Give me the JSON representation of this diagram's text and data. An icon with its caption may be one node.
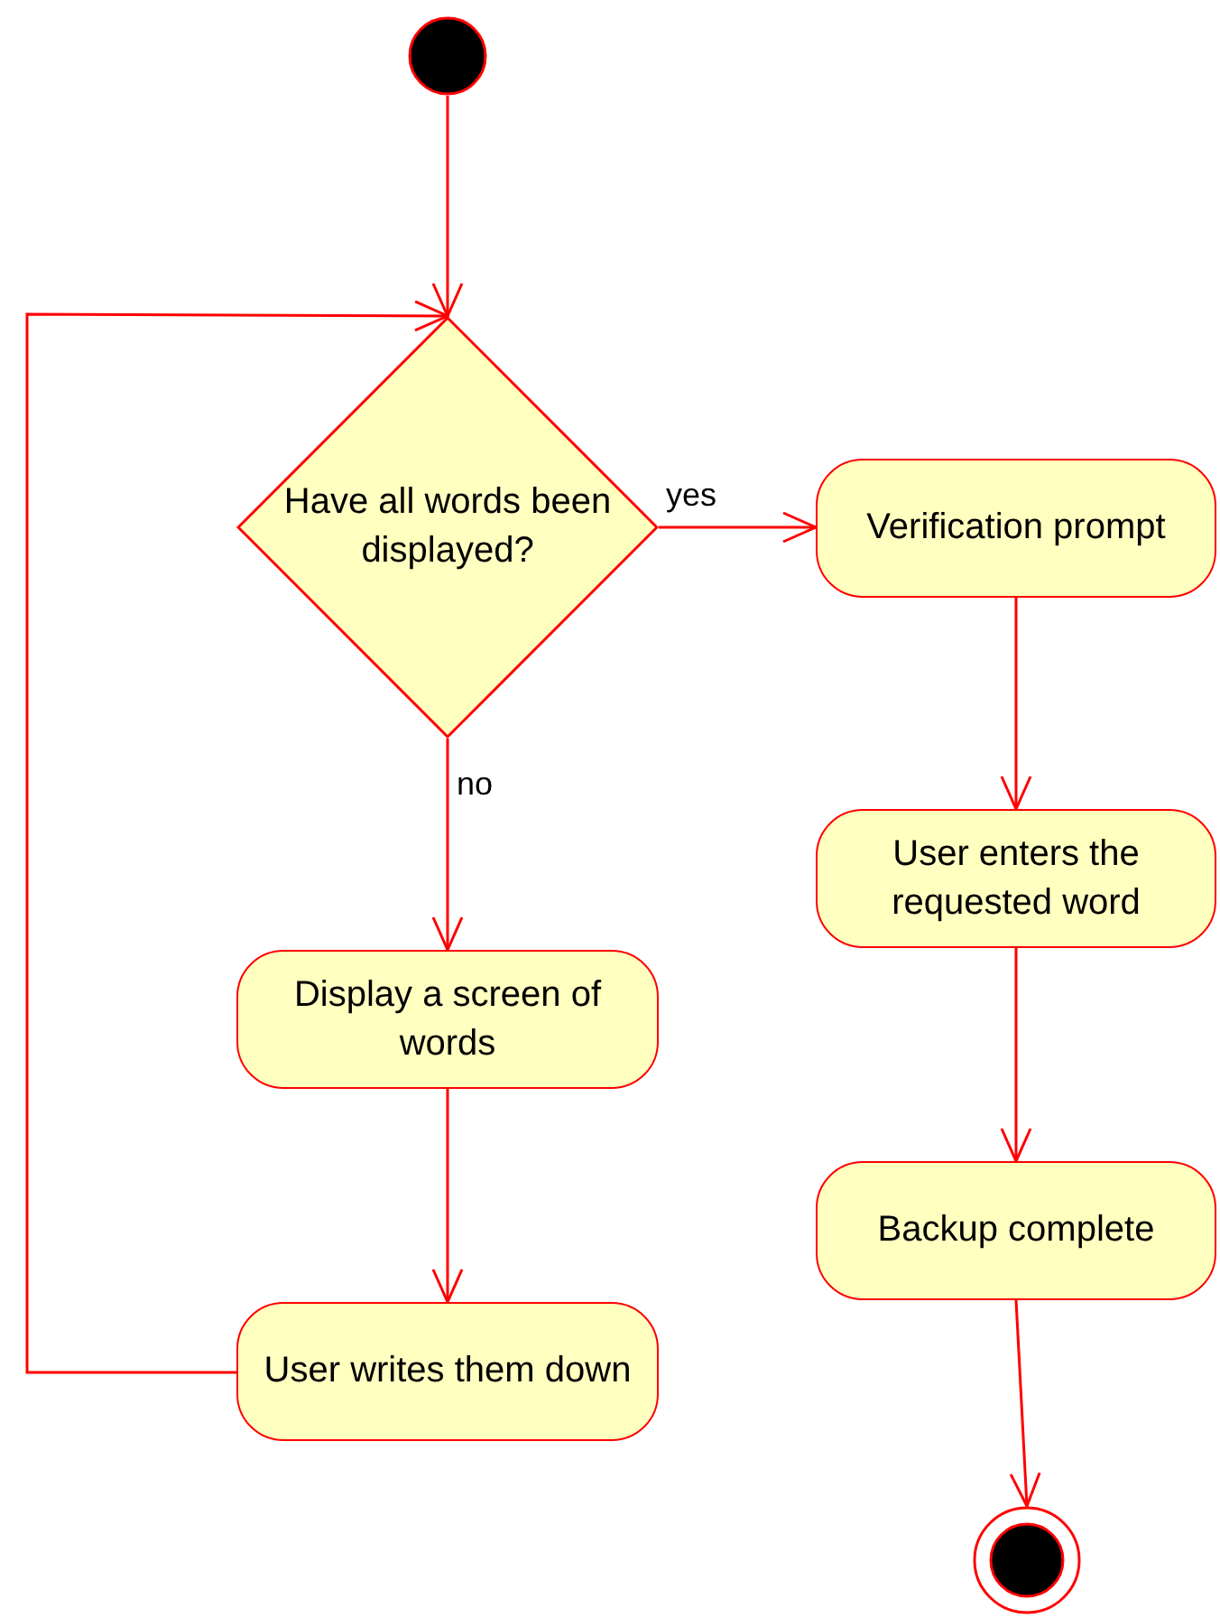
{
  "diagram": {
    "nodes": [
      {
        "text": [],
        "shape": "circle"
      },
      {
        "text": [
          "Have all words been displayed?"
        ]
      },
      {
        "text": [
          "Verification prompt"
        ]
      },
      {
        "text": [
          "User enters the requested word"
        ]
      },
      {
        "text": [
          "Backup complete"
        ]
      },
      {
        "text": [],
        "shape": "bullseye"
      },
      {
        "text": [
          "Display a screen of words"
        ]
      },
      {
        "text": [
          "User writes them down"
        ]
      }
    ],
    "edges": [
      {
        "from": 0,
        "to": 1,
        "arrow": "to"
      },
      {
        "from": 1,
        "to": 2,
        "arrow": "to",
        "label": "yes"
      },
      {
        "from": 2,
        "to": 3,
        "arrow": "to"
      },
      {
        "from": 3,
        "to": 4,
        "arrow": "to"
      },
      {
        "from": 4,
        "to": 5,
        "arrow": "to"
      },
      {
        "from": 1,
        "to": 6,
        "arrow": "to",
        "label": "no"
      },
      {
        "from": 6,
        "to": 7,
        "arrow": "to"
      },
      {
        "from": 7,
        "to": 1,
        "arrow": "to"
      }
    ]
  }
}
